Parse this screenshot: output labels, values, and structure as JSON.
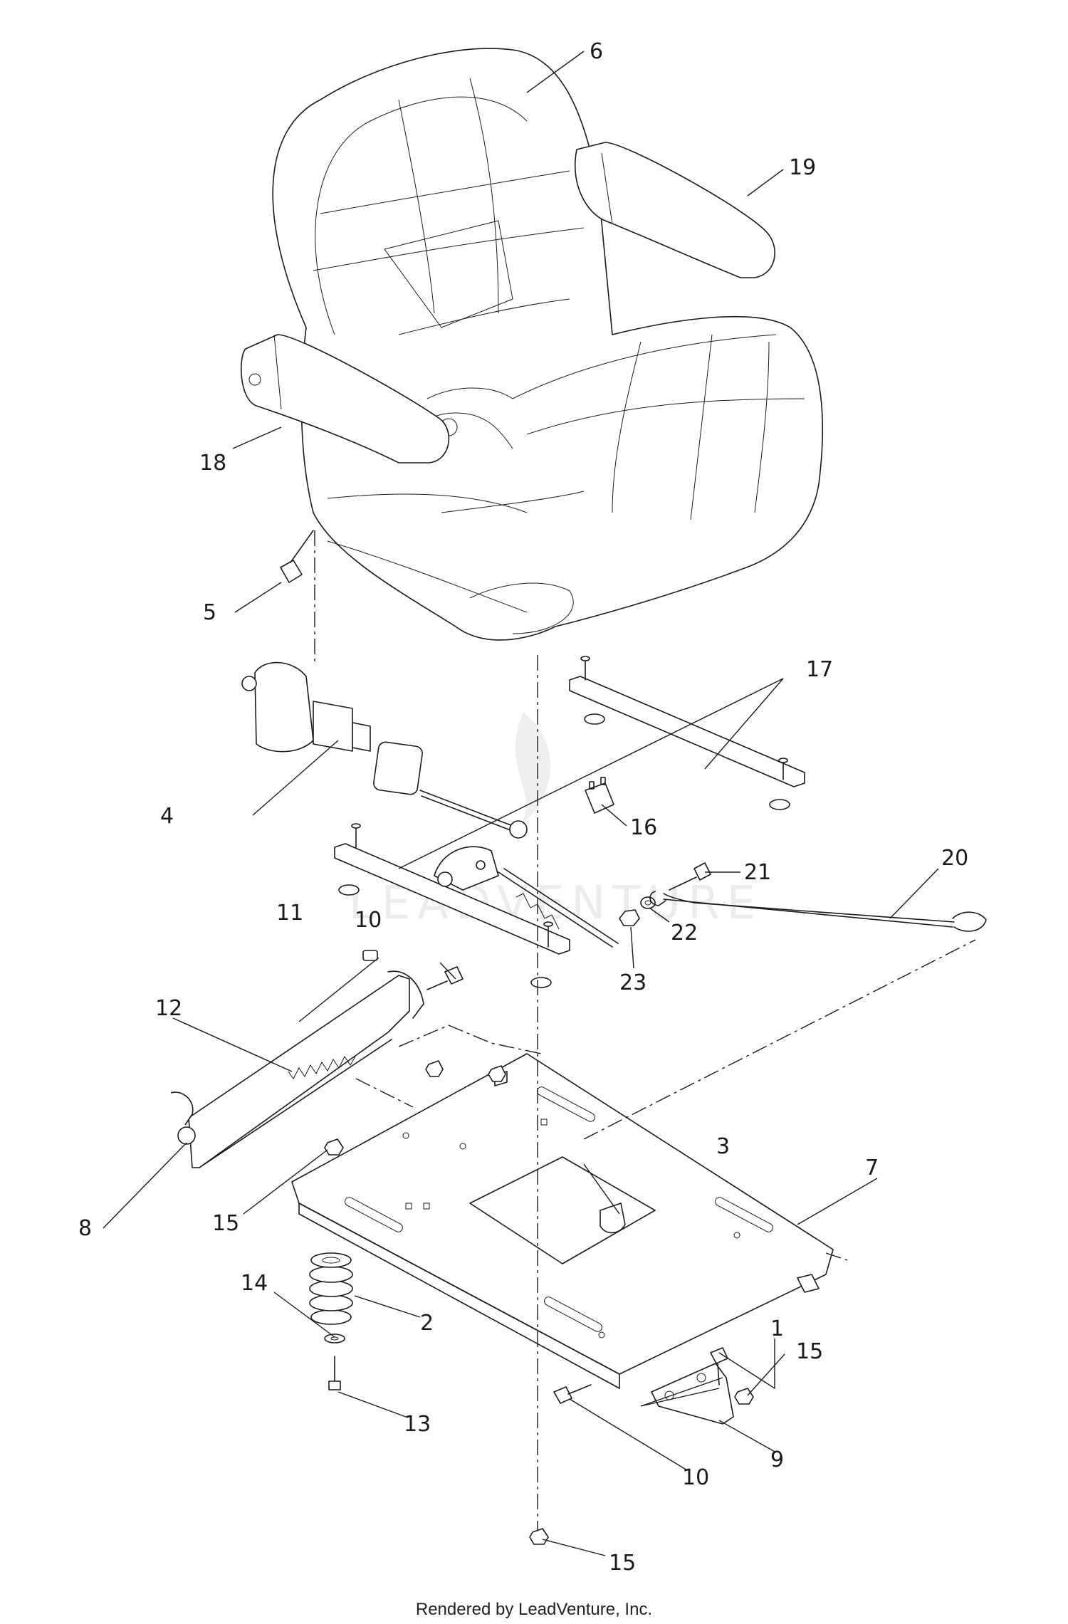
{
  "watermark": {
    "text": "LEADVENTURE"
  },
  "footer": {
    "text": "Rendered by LeadVenture, Inc."
  },
  "callouts": {
    "c1": "1",
    "c2": "2",
    "c3": "3",
    "c4": "4",
    "c5": "5",
    "c6": "6",
    "c7": "7",
    "c8": "8",
    "c9": "9",
    "c10a": "10",
    "c10b": "10",
    "c11": "11",
    "c12": "12",
    "c13": "13",
    "c14": "14",
    "c15a": "15",
    "c15b": "15",
    "c15c": "15",
    "c16": "16",
    "c17": "17",
    "c18": "18",
    "c19": "19",
    "c20": "20",
    "c21": "21",
    "c22": "22",
    "c23": "23"
  }
}
